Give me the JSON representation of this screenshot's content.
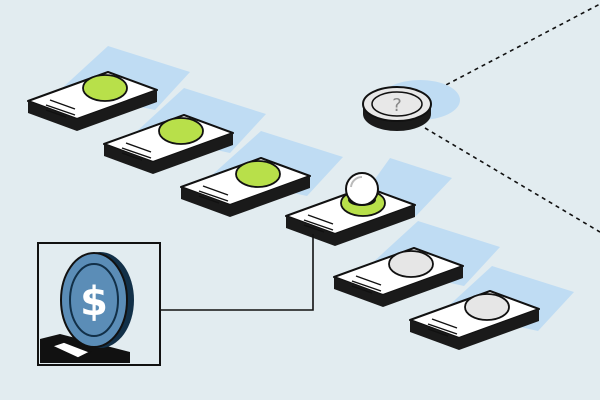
{
  "illustration": {
    "colors": {
      "background": "#e2ecf0",
      "shadow": "#bfdcf3",
      "ink": "#111111",
      "card_face": "#ffffff",
      "card_side": "#1a1a1a",
      "completed": "#b8e04a",
      "pending": "#e6e6e6",
      "coin_blue": "#5b8db7",
      "coin_dark": "#123048"
    },
    "cards": [
      {
        "status": "completed"
      },
      {
        "status": "completed"
      },
      {
        "status": "completed"
      },
      {
        "status": "current"
      },
      {
        "status": "pending"
      },
      {
        "status": "pending"
      }
    ],
    "icons": {
      "mystery_token": "question-mark-icon",
      "coin": "dollar-coin-icon",
      "player": "pawn-icon"
    },
    "texts": {
      "mystery_symbol": "?",
      "coin_symbol": "$"
    }
  }
}
